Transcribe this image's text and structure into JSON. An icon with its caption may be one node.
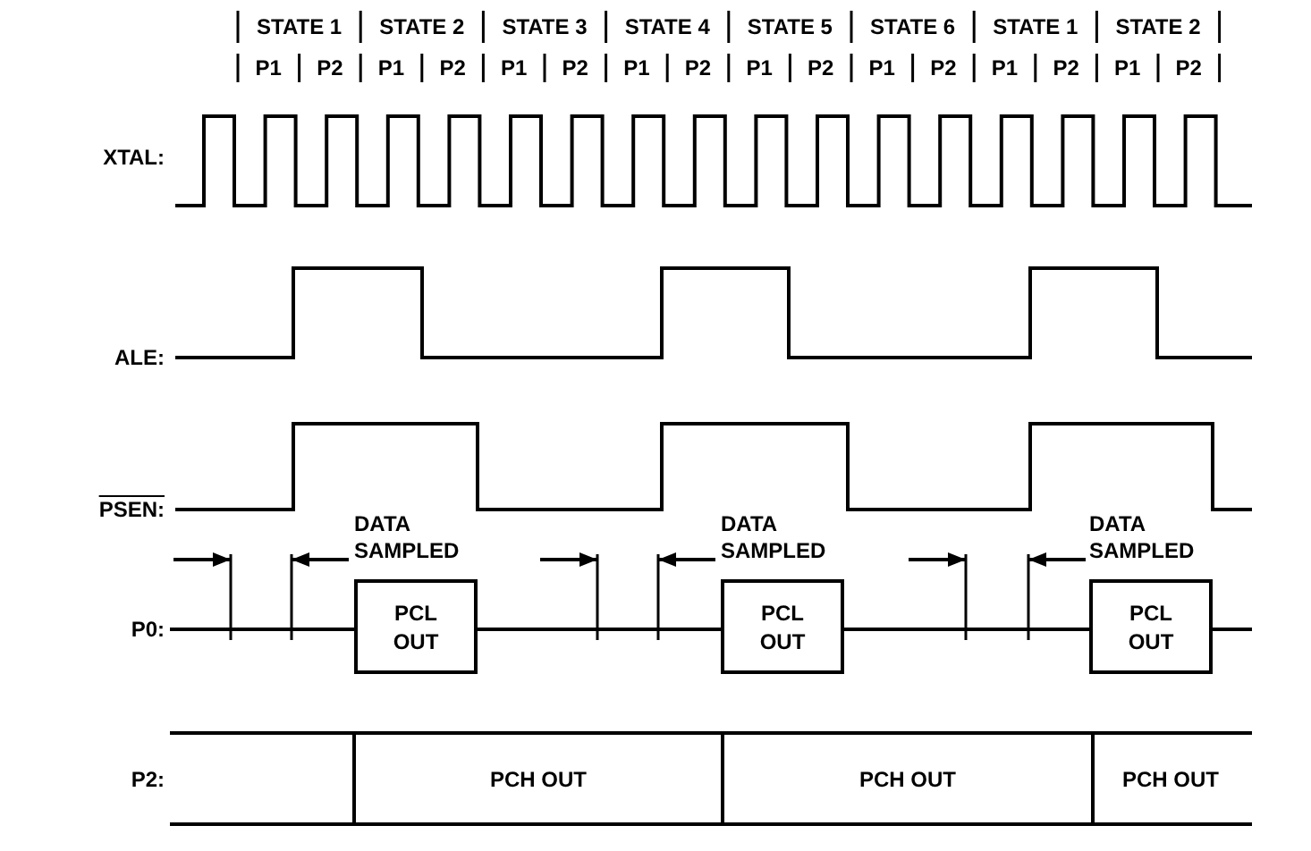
{
  "diagram": {
    "nodes": [
      {
        "text": [
          "PCL OUT"
        ]
      },
      {
        "text": [
          "PCL OUT"
        ]
      },
      {
        "text": [
          "PCL OUT"
        ]
      },
      {
        "text": [
          "PCH OUT"
        ]
      },
      {
        "text": [
          "PCH OUT"
        ]
      },
      {
        "text": [
          "PCH OUT"
        ]
      }
    ],
    "labels": [
      "STATE 1",
      "STATE 2",
      "STATE 3",
      "STATE 4",
      "STATE 5",
      "STATE 6",
      "STATE 1",
      "STATE 2",
      "P1",
      "P2",
      "P1",
      "P2",
      "P1",
      "P2",
      "P1",
      "P2",
      "P1",
      "P2",
      "P1",
      "P2",
      "P1",
      "P2",
      "P1",
      "P2",
      "XTAL:",
      "ALE:",
      "PSEN:",
      "DATA SAMPLED",
      "DATA SAMPLED",
      "DATA SAMPLED",
      "P0:",
      "P2:"
    ]
  }
}
